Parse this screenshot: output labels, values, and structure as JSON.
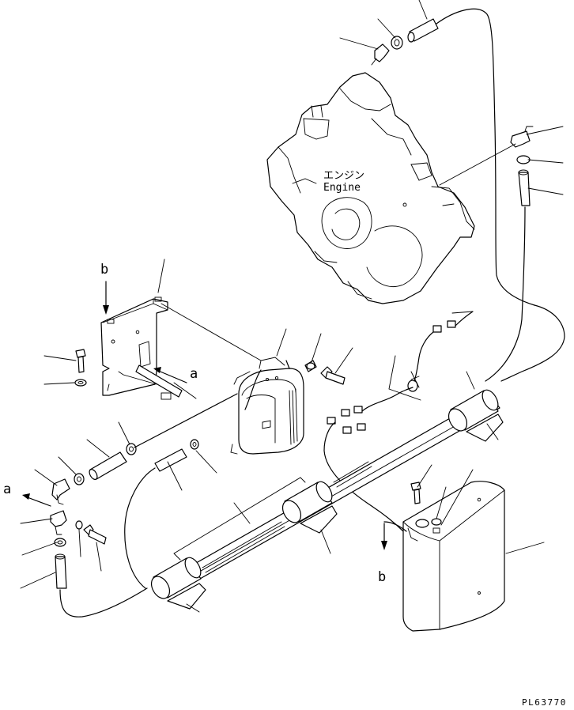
{
  "engine_label": {
    "ja": "エンジン",
    "en": "Engine"
  },
  "callouts": {
    "a_top": "a",
    "a_left": "a",
    "b_top": "b",
    "b_bottom": "b"
  },
  "drawing_number": "PL63770"
}
